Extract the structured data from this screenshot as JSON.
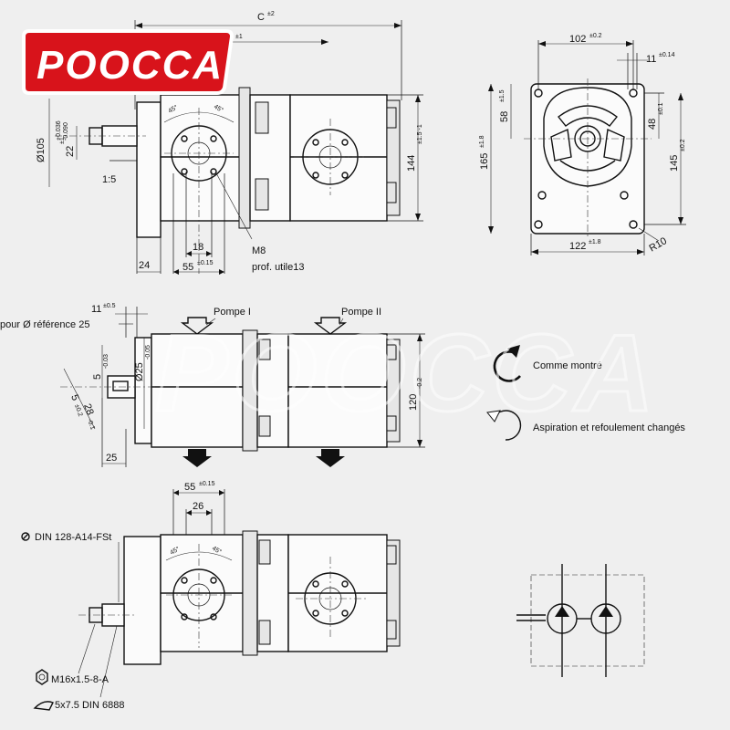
{
  "brand": {
    "logo_text": "POOCCA",
    "watermark_text": "POOCCA",
    "logo_red": "#d8131b"
  },
  "top_view": {
    "dim_c": "C",
    "dim_c_tol": "±2",
    "dim_1": "±1",
    "diam_105": "Ø105",
    "diam_105_tol_up": "+0.036",
    "diam_105_tol_dn": "-0.090",
    "dim_22": "22",
    "dim_22_tol": "±1",
    "taper": "1:5",
    "angle_a": "45°",
    "angle_b": "45°",
    "dim_18": "18",
    "dim_55": "55",
    "dim_55_tol": "±0.15",
    "dim_24": "24",
    "dim_144": "144",
    "dim_144_tol": "±1.5 -1",
    "thread": "M8",
    "depth": "prof. utile13"
  },
  "end_view": {
    "dim_102": "102",
    "dim_102_tol": "±0.2",
    "dim_11": "11",
    "dim_11_tol": "±0.14",
    "dim_58": "58",
    "dim_58_tol": "±1.5",
    "dim_48": "48",
    "dim_48_tol": "±0.1",
    "dim_165": "165",
    "dim_165_tol": "±1.8",
    "dim_145": "145",
    "dim_145_tol": "±0.2",
    "dim_122": "122",
    "dim_122_tol": "±1.8",
    "radius": "R10"
  },
  "middle_view": {
    "dim_11": "11",
    "dim_11_tol": "±0.5",
    "ref_text": "pour Ø référence 25",
    "pump_1": "Pompe I",
    "pump_2": "Pompe II",
    "diam_25": "Ø25",
    "diam_25_tol": "-0.05",
    "dim_5": "5",
    "dim_5_tol": "-0.03",
    "dim_28": "28",
    "dim_28_tol": "-0.1",
    "dim_5b": "5",
    "dim_5b_tol": "±0.2",
    "dim_25": "25",
    "dim_120": "120",
    "dim_120_tol": "-0.2"
  },
  "rotation_legend": {
    "shown": "Comme montré",
    "changed": "Aspiration et refoulement changés"
  },
  "bottom_view": {
    "dim_55": "55",
    "dim_55_tol": "±0.15",
    "dim_26": "26",
    "angle_a": "45°",
    "angle_b": "45°",
    "shaft_std": "DIN 128-A14-FSt",
    "nut": "M16x1.5-8-A",
    "key": "5x7.5 DIN 6888"
  }
}
